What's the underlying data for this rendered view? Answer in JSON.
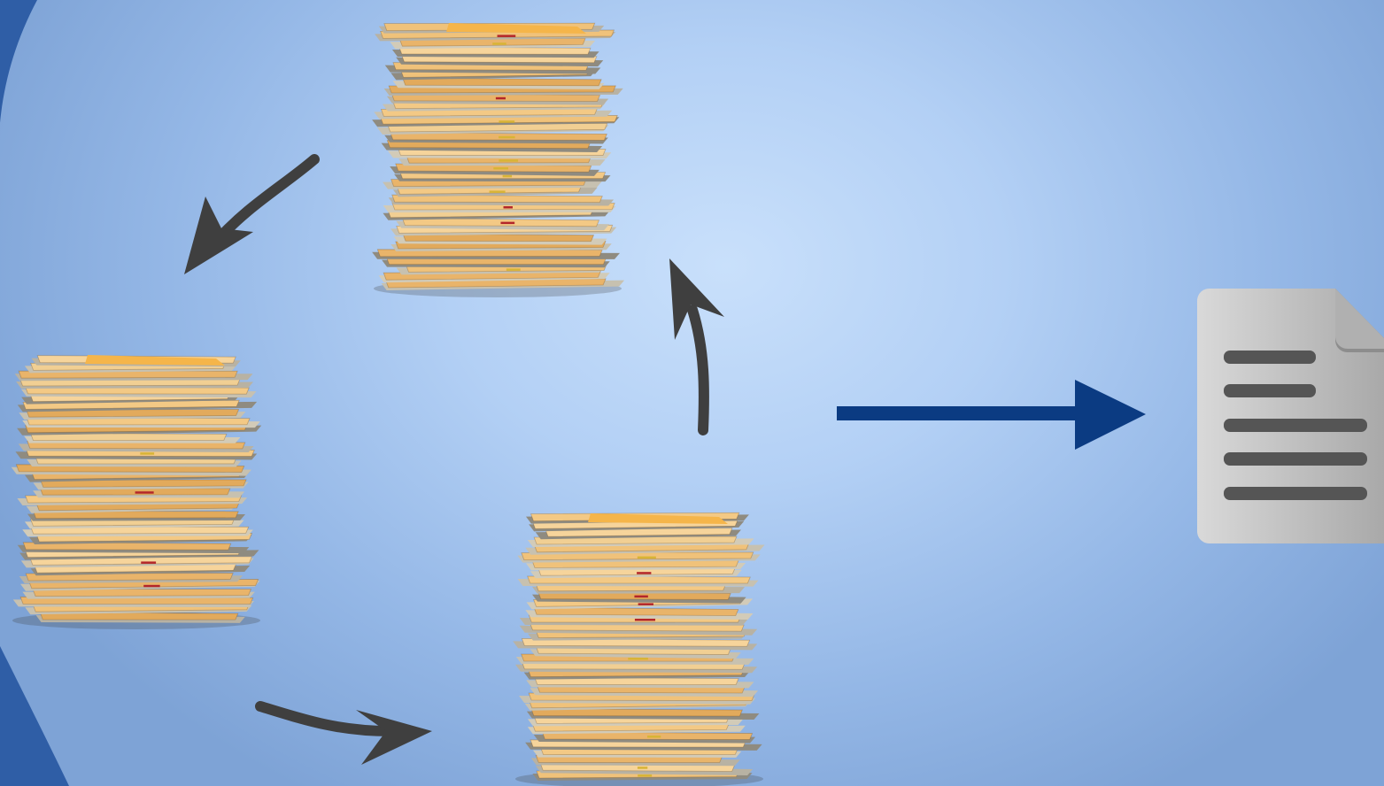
{
  "diagram": {
    "nodes": [
      {
        "id": "stack-top",
        "kind": "paper-stack"
      },
      {
        "id": "stack-left",
        "kind": "paper-stack"
      },
      {
        "id": "stack-bottom",
        "kind": "paper-stack"
      },
      {
        "id": "document",
        "kind": "document-icon"
      }
    ],
    "edges": [
      {
        "from": "stack-top",
        "to": "stack-left",
        "style": "curved",
        "color": "#3f3f3f"
      },
      {
        "from": "stack-left",
        "to": "stack-bottom",
        "style": "curved",
        "color": "#3f3f3f"
      },
      {
        "from": "stack-bottom",
        "to": "stack-top",
        "style": "curved",
        "color": "#3f3f3f"
      },
      {
        "from": "cycle",
        "to": "document",
        "style": "straight",
        "color": "#0b3b82"
      }
    ]
  },
  "colors": {
    "background": "#b8d4f7",
    "arc": "#2f5ea6",
    "cycle_arrow": "#3f3f3f",
    "output_arrow": "#0b3b82",
    "folder": "#f2c680",
    "document": "#c8c8c8",
    "document_lines": "#555555"
  },
  "icons": {
    "stack": "paper-stack-icon",
    "document": "document-icon"
  }
}
